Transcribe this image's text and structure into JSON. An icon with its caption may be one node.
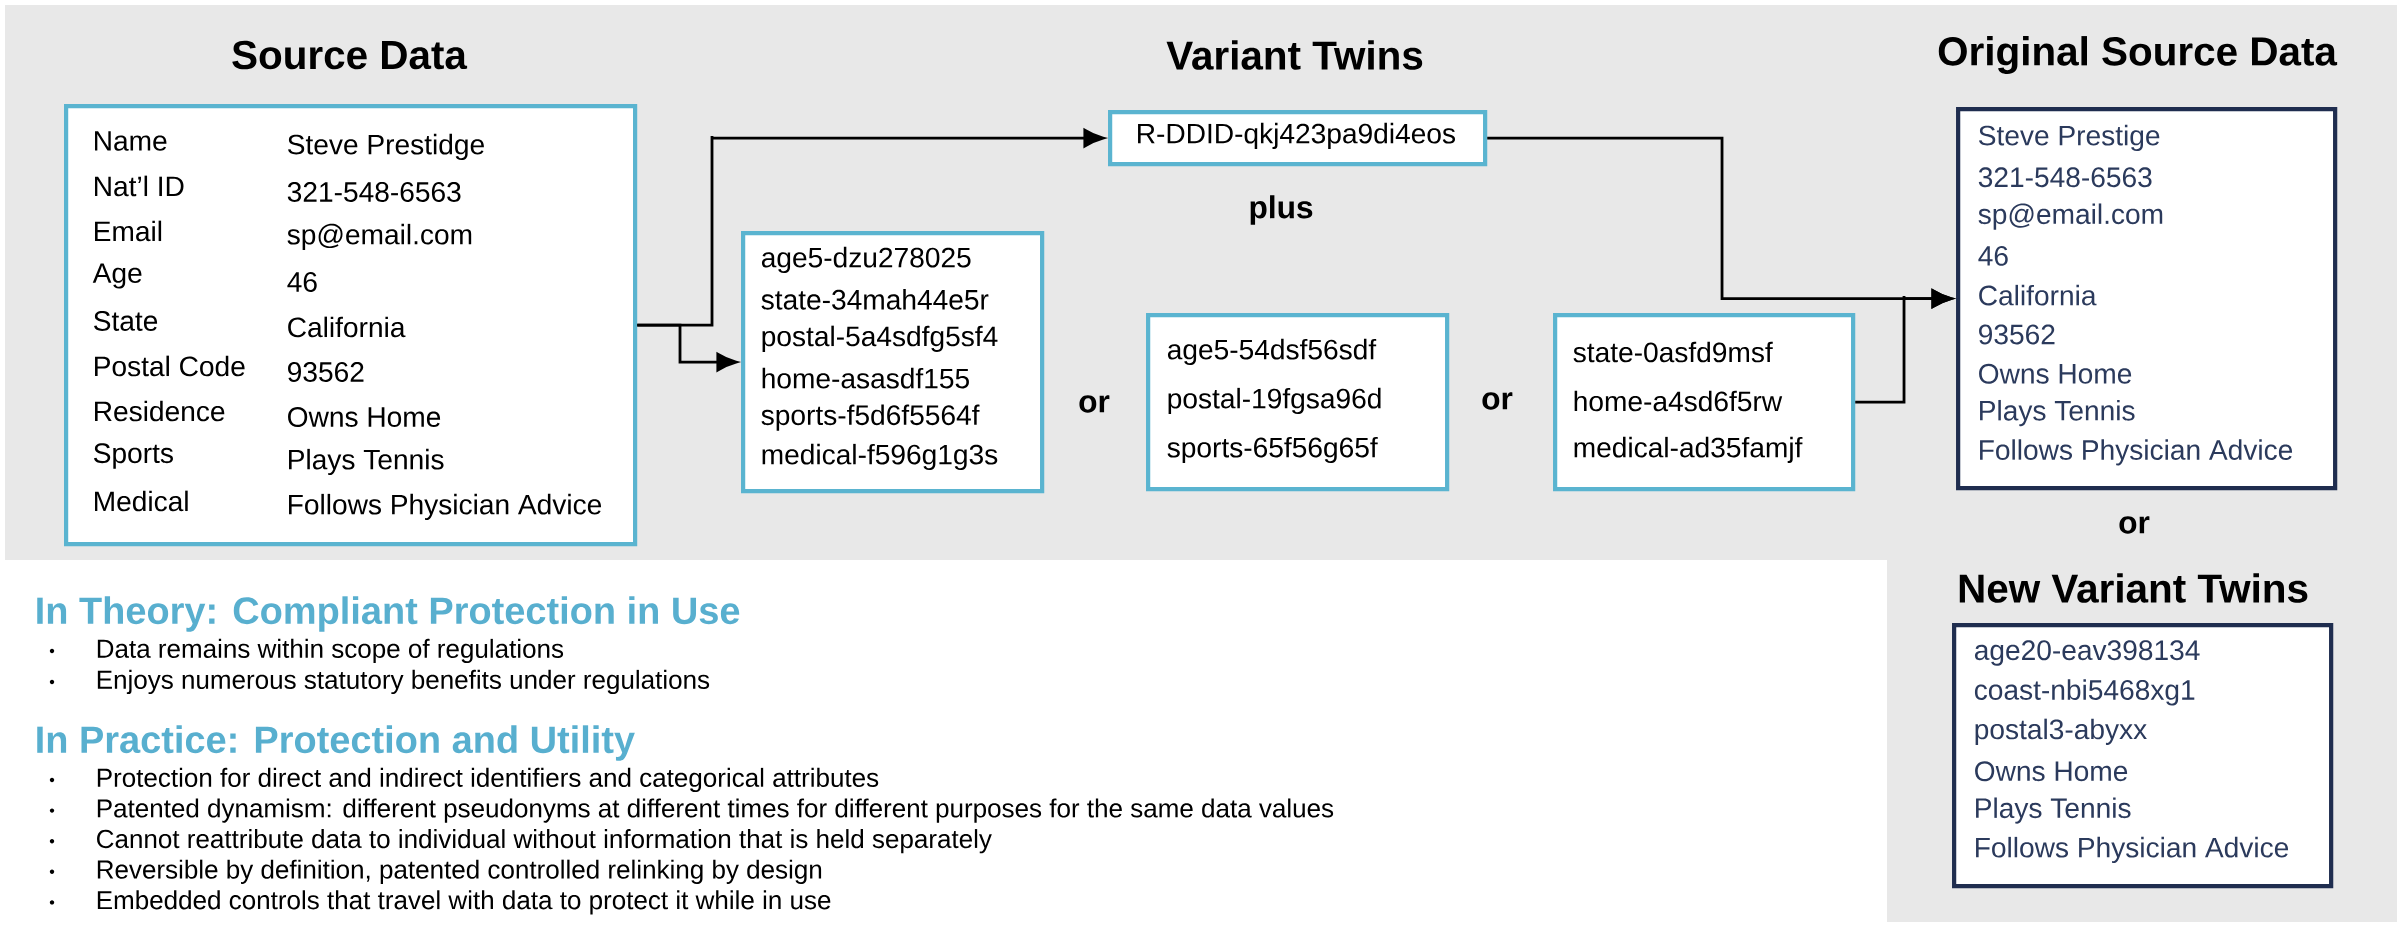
{
  "diagram": {
    "nodes": [
      {
        "beside": [
          "Source Data"
        ],
        "text": [
          "Name",
          "Steve Prestidge",
          "Nat’l ID",
          "321-548-6563",
          "Email",
          "sp@email.com",
          "Age",
          "46",
          "State",
          "California",
          "Postal Code",
          "93562",
          "Residence",
          "Owns Home",
          "Sports",
          "Plays Tennis",
          "Medical",
          "Follows Physician Advice"
        ]
      },
      {
        "text": [
          "R-DDID-qkj423pa9di4eos"
        ]
      },
      {
        "text": [
          "age5-dzu278025",
          "state-34mah44e5r",
          "postal-5a4sdfg5sf4",
          "home-asasdf155",
          "sports-f5d6f5564f",
          "medical-f596g1g3s"
        ]
      },
      {
        "text": [
          "age5-54dsf56sdf",
          "postal-19fgsa96d",
          "sports-65f56g65f"
        ]
      },
      {
        "text": [
          "state-0asfd9msf",
          "home-a4sd6f5rw",
          "medical-ad35famjf"
        ]
      },
      {
        "beside": [
          "Original Source Data"
        ],
        "text": [
          "Steve Prestige",
          "321-548-6563",
          "sp@email.com",
          "46",
          "California",
          "93562",
          "Owns Home",
          "Plays Tennis",
          "Follows Physician Advice"
        ]
      },
      {
        "beside": [
          "New Variant Twins"
        ],
        "text": [
          "age20-eav398134",
          "coast-nbi5468xg1",
          "postal3-abyxx",
          "Owns Home",
          "Plays Tennis",
          "Follows Physician Advice"
        ]
      }
    ],
    "edges": [
      {
        "from": 0,
        "to": 1,
        "arrow": "to"
      },
      {
        "from": 0,
        "to": 2,
        "arrow": "to"
      },
      {
        "from": 1,
        "to": 5,
        "arrow": "to"
      },
      {
        "from": 4,
        "to": 5,
        "arrow": "to"
      }
    ],
    "labels": [
      "Variant Twins",
      "plus",
      "or",
      "or",
      "or",
      "In Theory: Compliant Protection in Use",
      "Data remains within scope of regulations",
      "Enjoys numerous statutory benefits under regulations",
      "In Practice: Protection and Utility",
      "Protection for direct and indirect identifiers and categorical attributes",
      "Patented dynamism: different pseudonyms at different times for different purposes for the same data values",
      "Cannot reattribute data to individual without information that is held separately",
      "Reversible by definition, patented controlled relinking by design",
      "Embedded controls that travel with data to protect it while in use"
    ]
  }
}
